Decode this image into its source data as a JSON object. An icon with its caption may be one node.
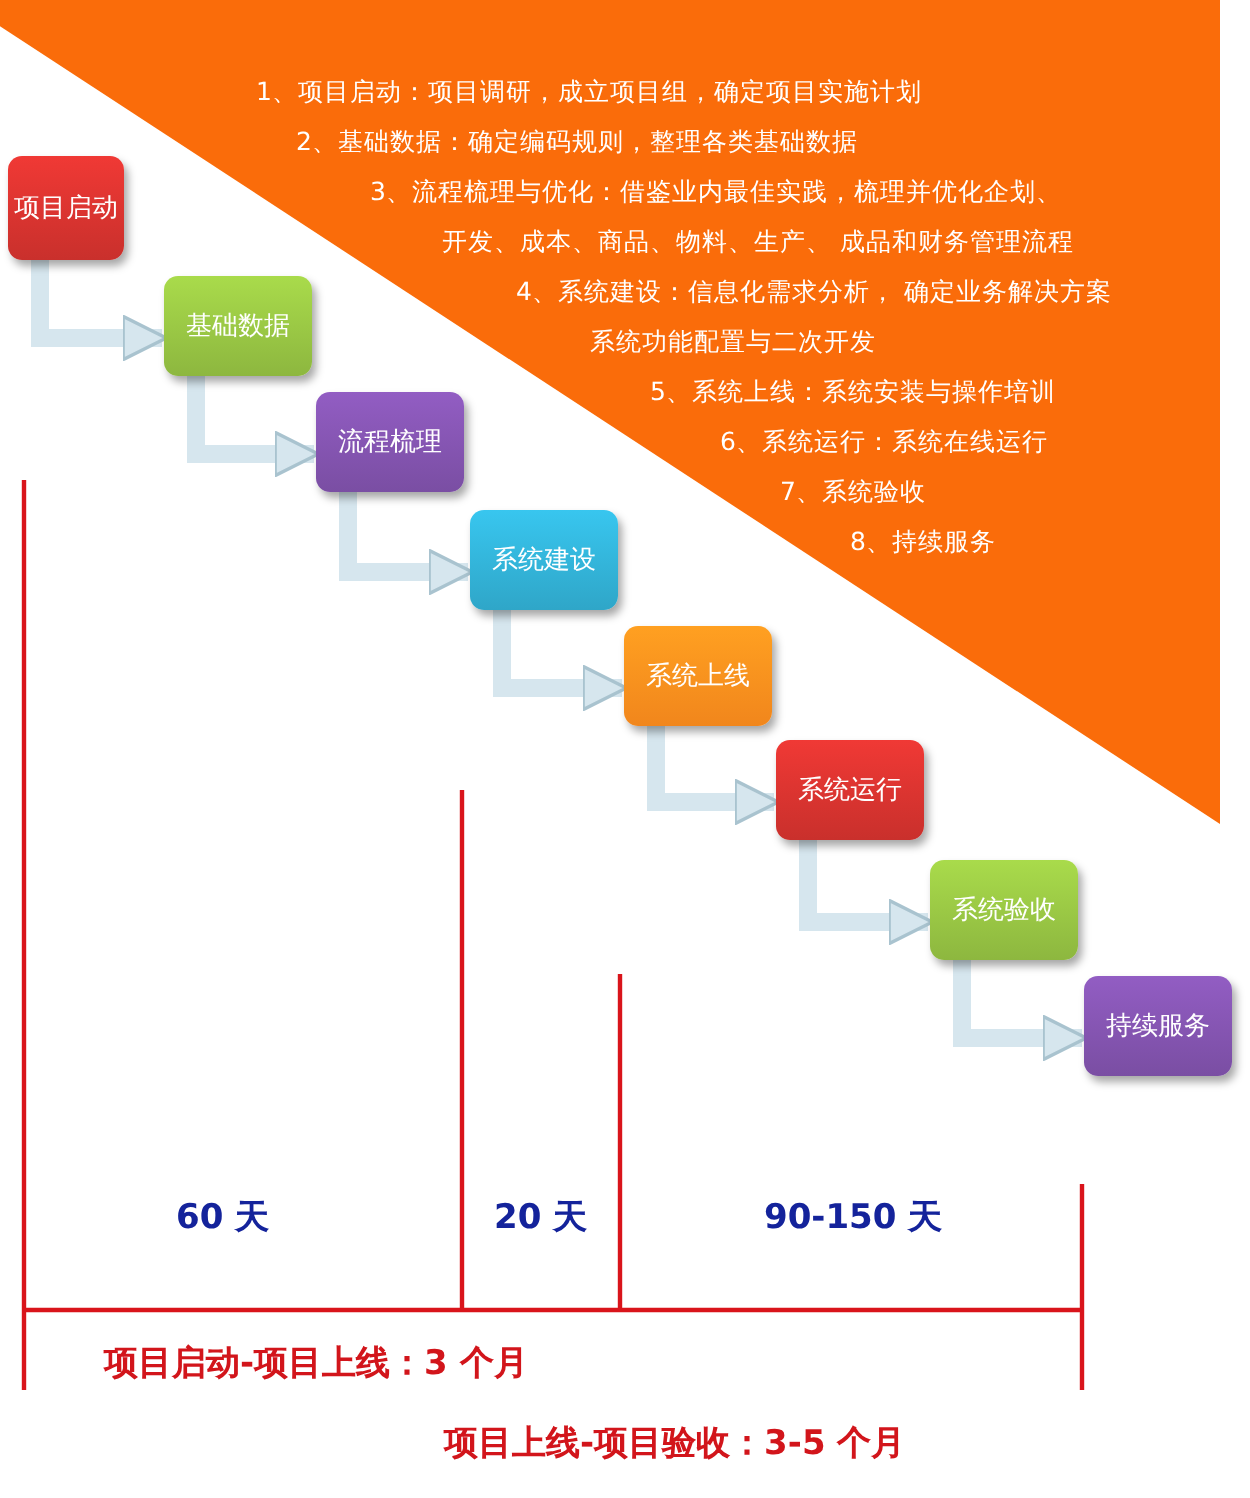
{
  "diagram": {
    "nodes": [
      {
        "text": [
          "项目启动"
        ]
      },
      {
        "text": [
          "基础数据"
        ]
      },
      {
        "text": [
          "流程梳理"
        ]
      },
      {
        "text": [
          "系统建设"
        ]
      },
      {
        "text": [
          "系统上线"
        ]
      },
      {
        "text": [
          "系统运行"
        ]
      },
      {
        "text": [
          "系统验收"
        ]
      },
      {
        "text": [
          "持续服务"
        ]
      }
    ],
    "edges": [
      {
        "from": 0,
        "to": 1,
        "arrow": "to"
      },
      {
        "from": 1,
        "to": 2,
        "arrow": "to"
      },
      {
        "from": 2,
        "to": 3,
        "arrow": "to"
      },
      {
        "from": 3,
        "to": 4,
        "arrow": "to"
      },
      {
        "from": 4,
        "to": 5,
        "arrow": "to"
      },
      {
        "from": 5,
        "to": 6,
        "arrow": "to"
      },
      {
        "from": 6,
        "to": 7,
        "arrow": "to"
      }
    ],
    "labels": [
      "1、项目启动：项目调研，成立项目组，确定项目实施计划",
      "2、基础数据：确定编码规则，整理各类基础数据",
      "3、流程梳理与优化：借鉴业内最佳实践，梳理并优化企划、开发、成本、商品、物料、生产、 成品和财务管理流程",
      "4、系统建设：信息化需求分析， 确定业务解决方案系统功能配置与二次开发",
      "5、系统上线：系统安装与操作培训",
      "6、系统运行：系统在线运行",
      "7、系统验收",
      "8、持续服务",
      "60 天",
      "20 天",
      "90-150 天",
      "项目启动-项目上线：3 个月",
      "项目上线-项目验收：3-5 个月"
    ]
  }
}
